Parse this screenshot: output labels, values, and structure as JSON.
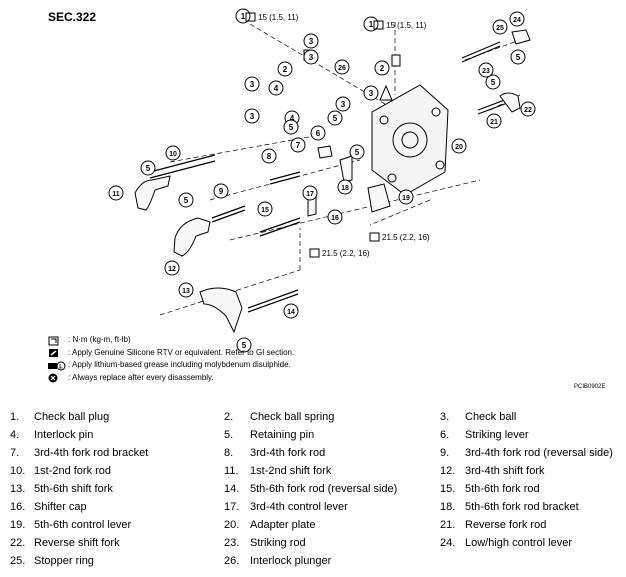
{
  "section": "SEC.322",
  "figure_code": "PCIB0902E",
  "callouts": [
    {
      "id": "c1a",
      "num": "1"
    },
    {
      "id": "c1b",
      "num": "1"
    },
    {
      "id": "c2a",
      "num": "2"
    },
    {
      "id": "c2b",
      "num": "2"
    },
    {
      "id": "c3a",
      "num": "3"
    },
    {
      "id": "c3b",
      "num": "3"
    },
    {
      "id": "c3c",
      "num": "3"
    },
    {
      "id": "c3d",
      "num": "3"
    },
    {
      "id": "c3e",
      "num": "3"
    },
    {
      "id": "c3f",
      "num": "3"
    },
    {
      "id": "c4a",
      "num": "4"
    },
    {
      "id": "c4b",
      "num": "4"
    },
    {
      "id": "c5a",
      "num": "5"
    },
    {
      "id": "c5b",
      "num": "5"
    },
    {
      "id": "c5c",
      "num": "5"
    },
    {
      "id": "c5d",
      "num": "5"
    },
    {
      "id": "c5e",
      "num": "5"
    },
    {
      "id": "c5f",
      "num": "5"
    },
    {
      "id": "c5g",
      "num": "5"
    },
    {
      "id": "c5h",
      "num": "5"
    },
    {
      "id": "c6",
      "num": "6"
    },
    {
      "id": "c7",
      "num": "7"
    },
    {
      "id": "c8",
      "num": "8"
    },
    {
      "id": "c9",
      "num": "9"
    },
    {
      "id": "c10",
      "num": "10"
    },
    {
      "id": "c11",
      "num": "11"
    },
    {
      "id": "c12",
      "num": "12"
    },
    {
      "id": "c13",
      "num": "13"
    },
    {
      "id": "c14",
      "num": "14"
    },
    {
      "id": "c15",
      "num": "15"
    },
    {
      "id": "c16",
      "num": "16"
    },
    {
      "id": "c17",
      "num": "17"
    },
    {
      "id": "c18",
      "num": "18"
    },
    {
      "id": "c19",
      "num": "19"
    },
    {
      "id": "c20",
      "num": "20"
    },
    {
      "id": "c21",
      "num": "21"
    },
    {
      "id": "c22",
      "num": "22"
    },
    {
      "id": "c23",
      "num": "23"
    },
    {
      "id": "c24",
      "num": "24"
    },
    {
      "id": "c25",
      "num": "25"
    },
    {
      "id": "c26",
      "num": "26"
    }
  ],
  "torque_labels": [
    {
      "id": "t1",
      "text": "15 (1.5, 11)"
    },
    {
      "id": "t2",
      "text": "15 (1.5, 11)"
    },
    {
      "id": "t3",
      "text": "21.5 (2.2, 16)"
    },
    {
      "id": "t4",
      "text": "21.5 (2.2, 16)"
    }
  ],
  "legend": [
    {
      "icon": "torque-wrench-icon",
      "text": ": N·m (kg-m, ft-lb)"
    },
    {
      "icon": "sealant-tube-icon",
      "text": ": Apply Genuine Silicone RTV or equivalent. Refer to GI section."
    },
    {
      "icon": "grease-icon",
      "text": ": Apply lithium-based grease including molybdenum disulphide."
    },
    {
      "icon": "replace-x-icon",
      "text": ": Always replace after every disassembly."
    }
  ],
  "parts": [
    {
      "num": "1.",
      "name": "Check ball plug"
    },
    {
      "num": "2.",
      "name": "Check ball spring"
    },
    {
      "num": "3.",
      "name": "Check ball"
    },
    {
      "num": "4.",
      "name": "Interlock pin"
    },
    {
      "num": "5.",
      "name": "Retaining pin"
    },
    {
      "num": "6.",
      "name": "Striking lever"
    },
    {
      "num": "7.",
      "name": "3rd-4th fork rod bracket"
    },
    {
      "num": "8.",
      "name": "3rd-4th fork rod"
    },
    {
      "num": "9.",
      "name": "3rd-4th fork rod (reversal side)"
    },
    {
      "num": "10.",
      "name": "1st-2nd fork rod"
    },
    {
      "num": "11.",
      "name": "1st-2nd shift fork"
    },
    {
      "num": "12.",
      "name": "3rd-4th shift fork"
    },
    {
      "num": "13.",
      "name": "5th-6th shift fork"
    },
    {
      "num": "14.",
      "name": "5th-6th fork rod (reversal side)"
    },
    {
      "num": "15.",
      "name": "5th-6th fork rod"
    },
    {
      "num": "16.",
      "name": "Shifter cap"
    },
    {
      "num": "17.",
      "name": "3rd-4th control lever"
    },
    {
      "num": "18.",
      "name": "5th-6th fork rod bracket"
    },
    {
      "num": "19.",
      "name": "5th-6th control lever"
    },
    {
      "num": "20.",
      "name": "Adapter plate"
    },
    {
      "num": "21.",
      "name": "Reverse fork rod"
    },
    {
      "num": "22.",
      "name": "Reverse shift fork"
    },
    {
      "num": "23.",
      "name": "Striking rod"
    },
    {
      "num": "24.",
      "name": "Low/high control lever"
    },
    {
      "num": "25.",
      "name": "Stopper ring"
    },
    {
      "num": "26.",
      "name": "Interlock plunger"
    }
  ]
}
